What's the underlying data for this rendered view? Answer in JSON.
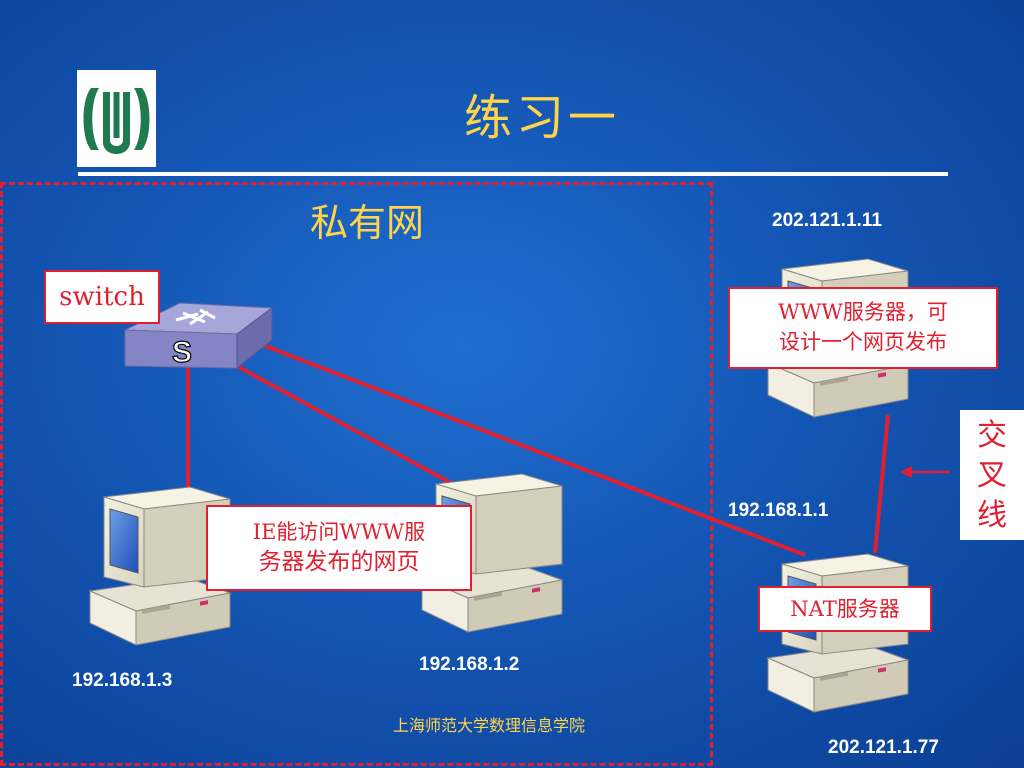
{
  "slide": {
    "title": "练习一",
    "private_network_label": "私有网",
    "footer": "上海师范大学数理信息学院"
  },
  "labels": {
    "switch": "switch",
    "switch_glyph": "S",
    "ie_callout_line1": "IE能访问WWW服",
    "ie_callout_line2": "务器发布的网页",
    "www_callout_line1": "WWW服务器，可",
    "www_callout_line2": "设计一个网页发布",
    "nat_callout": "NAT服务器",
    "crossover_line": [
      "交",
      "叉",
      "线"
    ]
  },
  "ips": {
    "pc_left": "192.168.1.3",
    "pc_mid": "192.168.1.2",
    "www_server": "202.121.1.11",
    "nat_inner": "192.168.1.1",
    "nat_outer": "202.121.1.77"
  },
  "icons": {
    "logo": "school-logo-icon",
    "switch": "network-switch-icon",
    "computer": "desktop-computer-icon",
    "arrow": "arrow-left-icon"
  },
  "colors": {
    "accent": "#ffd44a",
    "link": "#e02030",
    "link_gray": "#c8c8c8",
    "background": "#1456b4"
  }
}
